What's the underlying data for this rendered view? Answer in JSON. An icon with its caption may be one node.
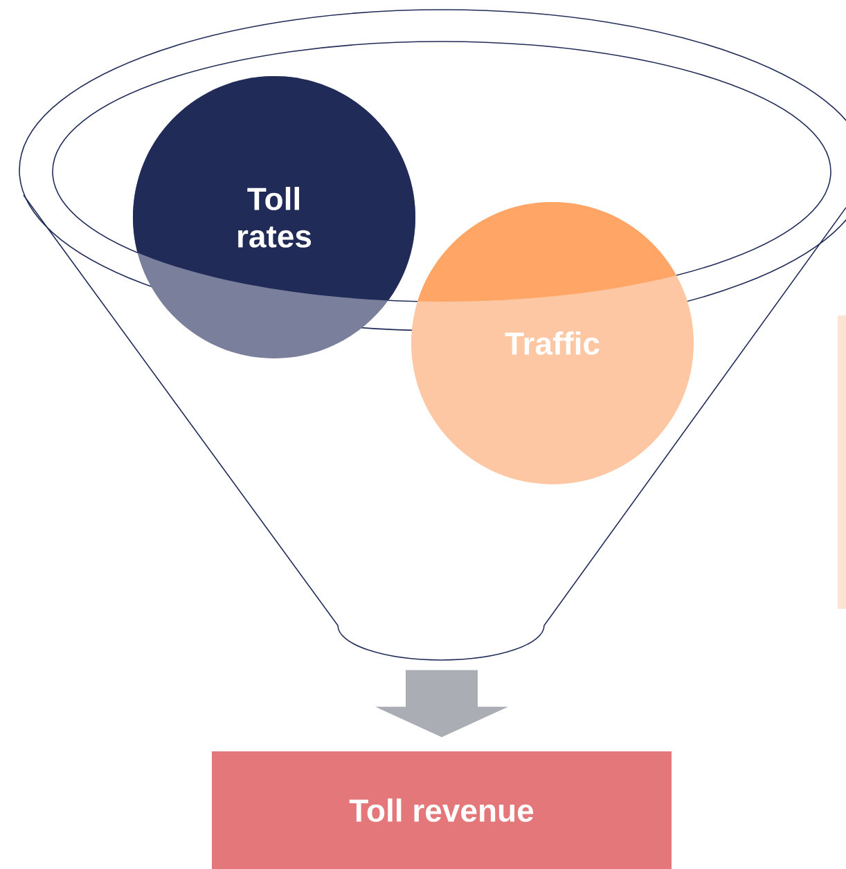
{
  "diagram": {
    "nodes": [
      {
        "text": [],
        "shape": "funnel"
      },
      {
        "text": [
          "Toll rates"
        ],
        "in": 0
      },
      {
        "text": [
          "Traffic"
        ],
        "in": 0
      },
      {
        "text": [
          "Toll revenue"
        ]
      }
    ],
    "edges": [
      {
        "from": 0,
        "to": 3,
        "arrow": "to",
        "style": "thick",
        "color": "#aaadb3"
      }
    ]
  }
}
